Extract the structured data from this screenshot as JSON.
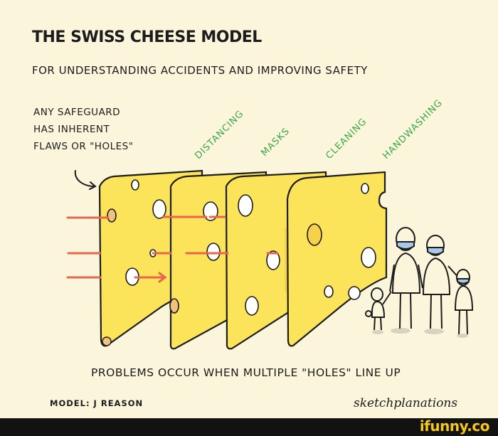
{
  "diagram": {
    "title": "THE SWISS CHEESE MODEL",
    "subtitle": "FOR UNDERSTANDING ACCIDENTS AND IMPROVING SAFETY",
    "note_lines": [
      "ANY SAFEGUARD",
      "HAS INHERENT",
      "FLAWS OR \"HOLES\""
    ],
    "layers": [
      {
        "label": "DISTANCING",
        "color": "#3aa646"
      },
      {
        "label": "MASKS",
        "color": "#3aa646"
      },
      {
        "label": "CLEANING",
        "color": "#3aa646"
      },
      {
        "label": "HANDWASHING",
        "color": "#3aa646"
      }
    ],
    "caption": "PROBLEMS OCCUR WHEN MULTIPLE \"HOLES\" LINE UP",
    "credit": "MODEL: J REASON",
    "signature": "sketchplanations",
    "colors": {
      "background": "#fbf5dc",
      "cheese": "#fbe35a",
      "cheese_shade": "#f2c94c",
      "hole_rim": "#f1c27d",
      "arrow": "#e8654f",
      "mask": "#a9c8e8",
      "ink": "#1c1c1c"
    },
    "icons": [
      "curved-arrow-icon",
      "hazard-arrow-icon",
      "cheese-slice-icon",
      "family-figures-icon"
    ]
  },
  "footer": {
    "watermark": "ifunny.co"
  }
}
